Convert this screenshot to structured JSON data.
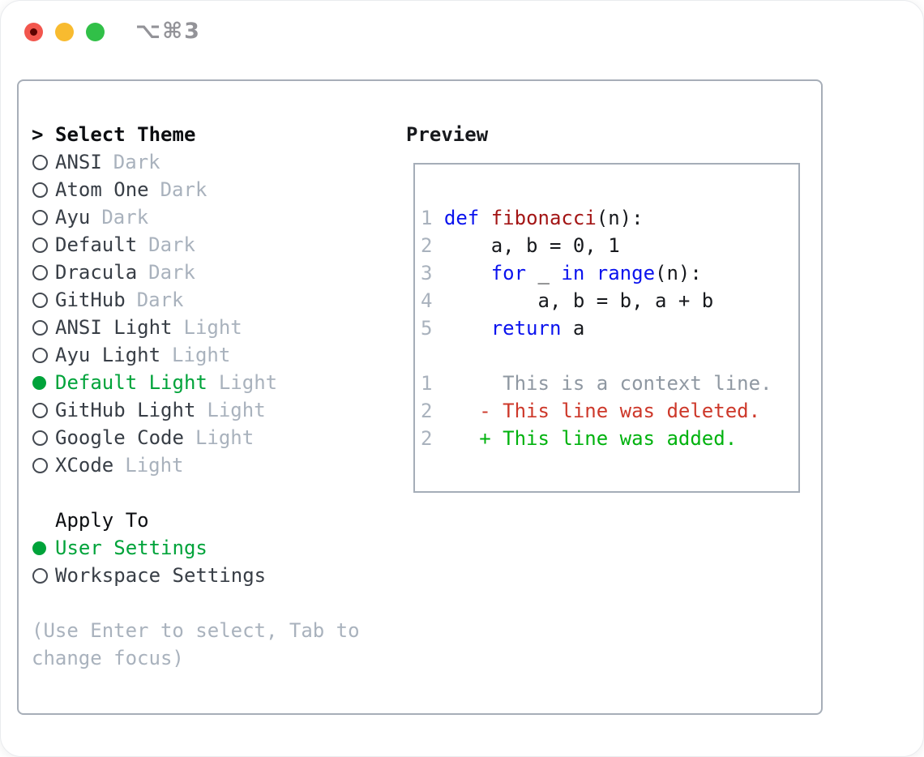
{
  "window": {
    "title": "⌥⌘3",
    "traffic_lights": [
      "close",
      "minimize",
      "zoom"
    ]
  },
  "colors": {
    "accent_green": "#00a33a",
    "keyword_blue": "#0b13ee",
    "function_red": "#a31515",
    "diff_added_green": "#00b20e",
    "diff_deleted_red": "#cd382a",
    "muted_gray": "#a9b2bd",
    "text_dark": "#383e46",
    "panel_border": "#a7aeb8",
    "traffic_red": "#f2564d",
    "traffic_yellow": "#f8bb2f",
    "traffic_green": "#31c048"
  },
  "sidebar": {
    "header": {
      "marker": ">",
      "label": "Select Theme"
    },
    "themes": [
      {
        "name": "ANSI",
        "variant": "Dark",
        "selected": false
      },
      {
        "name": "Atom One",
        "variant": "Dark",
        "selected": false
      },
      {
        "name": "Ayu",
        "variant": "Dark",
        "selected": false
      },
      {
        "name": "Default",
        "variant": "Dark",
        "selected": false
      },
      {
        "name": "Dracula",
        "variant": "Dark",
        "selected": false
      },
      {
        "name": "GitHub",
        "variant": "Dark",
        "selected": false
      },
      {
        "name": "ANSI Light",
        "variant": "Light",
        "selected": false
      },
      {
        "name": "Ayu Light",
        "variant": "Light",
        "selected": false
      },
      {
        "name": "Default Light",
        "variant": "Light",
        "selected": true
      },
      {
        "name": "GitHub Light",
        "variant": "Light",
        "selected": false
      },
      {
        "name": "Google Code",
        "variant": "Light",
        "selected": false
      },
      {
        "name": "XCode",
        "variant": "Light",
        "selected": false
      }
    ],
    "apply_to": {
      "label": "Apply To",
      "options": [
        {
          "name": "User Settings",
          "selected": true
        },
        {
          "name": "Workspace Settings",
          "selected": false
        }
      ]
    },
    "help_lines": [
      "(Use Enter to select, Tab to",
      "change focus)"
    ]
  },
  "preview": {
    "heading": "Preview",
    "lines": [
      {
        "num": "1",
        "tokens": [
          [
            "kw",
            "def"
          ],
          [
            "pl",
            " "
          ],
          [
            "fn",
            "fibonacci"
          ],
          [
            "pl",
            "(n):"
          ]
        ]
      },
      {
        "num": "2",
        "tokens": [
          [
            "pl",
            "    a, b = 0, 1"
          ]
        ]
      },
      {
        "num": "3",
        "tokens": [
          [
            "pl",
            "    "
          ],
          [
            "kw",
            "for"
          ],
          [
            "pl",
            " _ "
          ],
          [
            "kw",
            "in"
          ],
          [
            "pl",
            " "
          ],
          [
            "kw",
            "range"
          ],
          [
            "pl",
            "(n):"
          ]
        ]
      },
      {
        "num": "4",
        "tokens": [
          [
            "pl",
            "        a, b = b, a + b"
          ]
        ]
      },
      {
        "num": "5",
        "tokens": [
          [
            "pl",
            "    "
          ],
          [
            "kw",
            "return"
          ],
          [
            "pl",
            " a"
          ]
        ]
      },
      {
        "num": "",
        "tokens": []
      },
      {
        "num": "1",
        "tokens": [
          [
            "ctx",
            "     This is a context line."
          ]
        ]
      },
      {
        "num": "2",
        "tokens": [
          [
            "del",
            "   - This line was deleted."
          ]
        ]
      },
      {
        "num": "2",
        "tokens": [
          [
            "add",
            "   + This line was added."
          ]
        ]
      }
    ]
  }
}
